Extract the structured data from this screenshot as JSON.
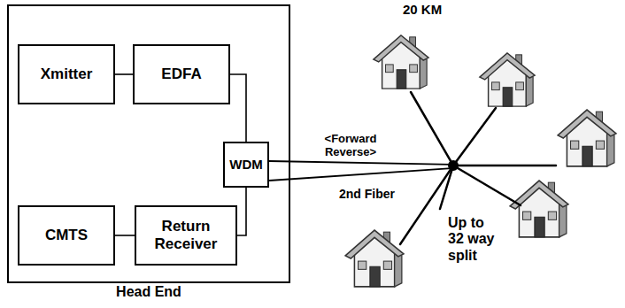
{
  "diagram": {
    "nodes": [
      {
        "text": [
          "Head End"
        ]
      },
      {
        "text": [
          "Xmitter"
        ],
        "in": 0
      },
      {
        "text": [
          "EDFA"
        ],
        "in": 0
      },
      {
        "text": [
          "WDM"
        ],
        "in": 0
      },
      {
        "text": [
          "CMTS"
        ],
        "in": 0
      },
      {
        "text": [
          "Return Receiver"
        ],
        "in": 0
      }
    ],
    "edges": [
      {
        "from": 1,
        "to": 2,
        "arrow": "none"
      },
      {
        "from": 2,
        "to": 3,
        "arrow": "none"
      },
      {
        "from": 4,
        "to": 5,
        "arrow": "none"
      },
      {
        "from": 5,
        "to": 3,
        "arrow": "none"
      }
    ],
    "labels": [
      "20 KM",
      "<Forward Reverse>",
      "2nd Fiber",
      "Up to 32 way split"
    ]
  }
}
